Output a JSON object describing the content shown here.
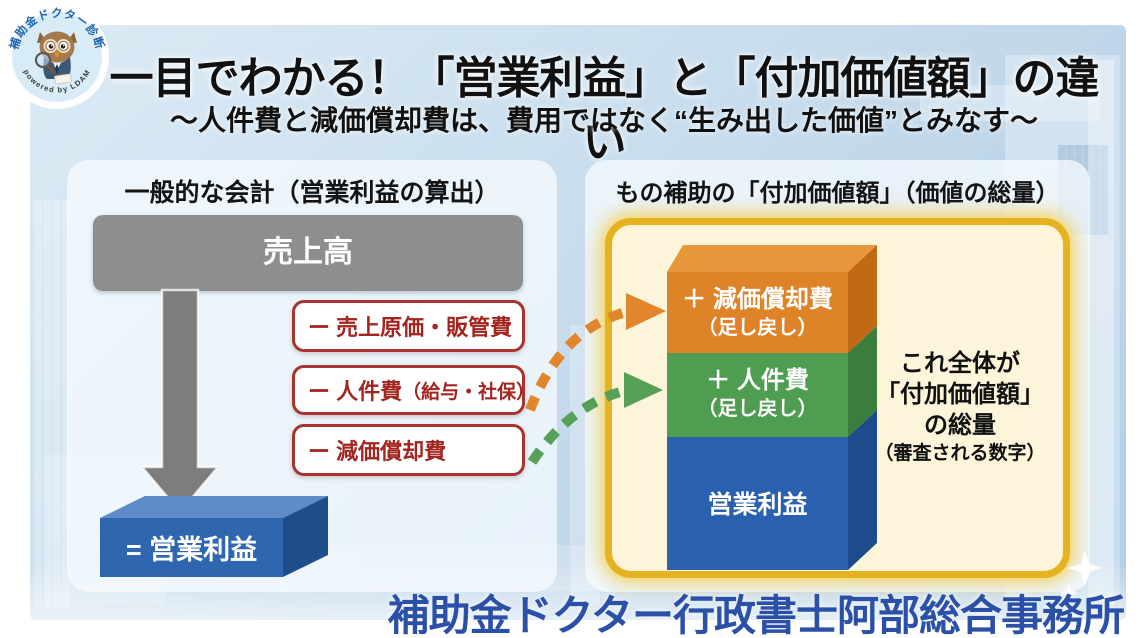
{
  "logo": {
    "arc_top": "補助金ドクター診断",
    "arc_bottom": "powered by LDAM"
  },
  "header": {
    "title": "一目でわかる！「営業利益」と「付加価値額」の違い",
    "subtitle": "～人件費と減価償却費は、費用ではなく“生み出した価値”とみなす～"
  },
  "left_panel": {
    "title": "一般的な会計（営業利益の算出）",
    "sales_box": "売上高",
    "deduction_boxes": [
      {
        "label": "ー 売上原価・販管費",
        "paren": ""
      },
      {
        "label": "ー 人件費",
        "paren": "（給与・社保）"
      },
      {
        "label": "ー 減価償却費",
        "paren": ""
      }
    ],
    "result_box": "= 営業利益"
  },
  "right_panel": {
    "title": "もの補助の「付加価値額」（価値の総量）",
    "stack": [
      {
        "label": "＋ 減価償却費",
        "sublabel": "（足し戻し）",
        "color": "#df8328"
      },
      {
        "label": "＋ 人件費",
        "sublabel": "（足し戻し）",
        "color": "#4f9d50"
      },
      {
        "label": "営業利益",
        "sublabel": "",
        "color": "#2a61ae"
      }
    ],
    "note_lines": [
      "これ全体が",
      "「付加価値額」",
      "の総量"
    ],
    "note_small": "（審査される数字）"
  },
  "footer": {
    "text": "補助金ドクター行政書士阿部総合事務所"
  },
  "colors": {
    "accent_gold": "#e5b221",
    "bar_orange": "#df8328",
    "bar_green": "#4f9d50",
    "bar_blue": "#2a61ae",
    "sales_gray": "#8e8e8e",
    "deduction_red": "#a22520",
    "footer_blue": "#2b50a8",
    "panel_blue": "#c3d9ec"
  }
}
